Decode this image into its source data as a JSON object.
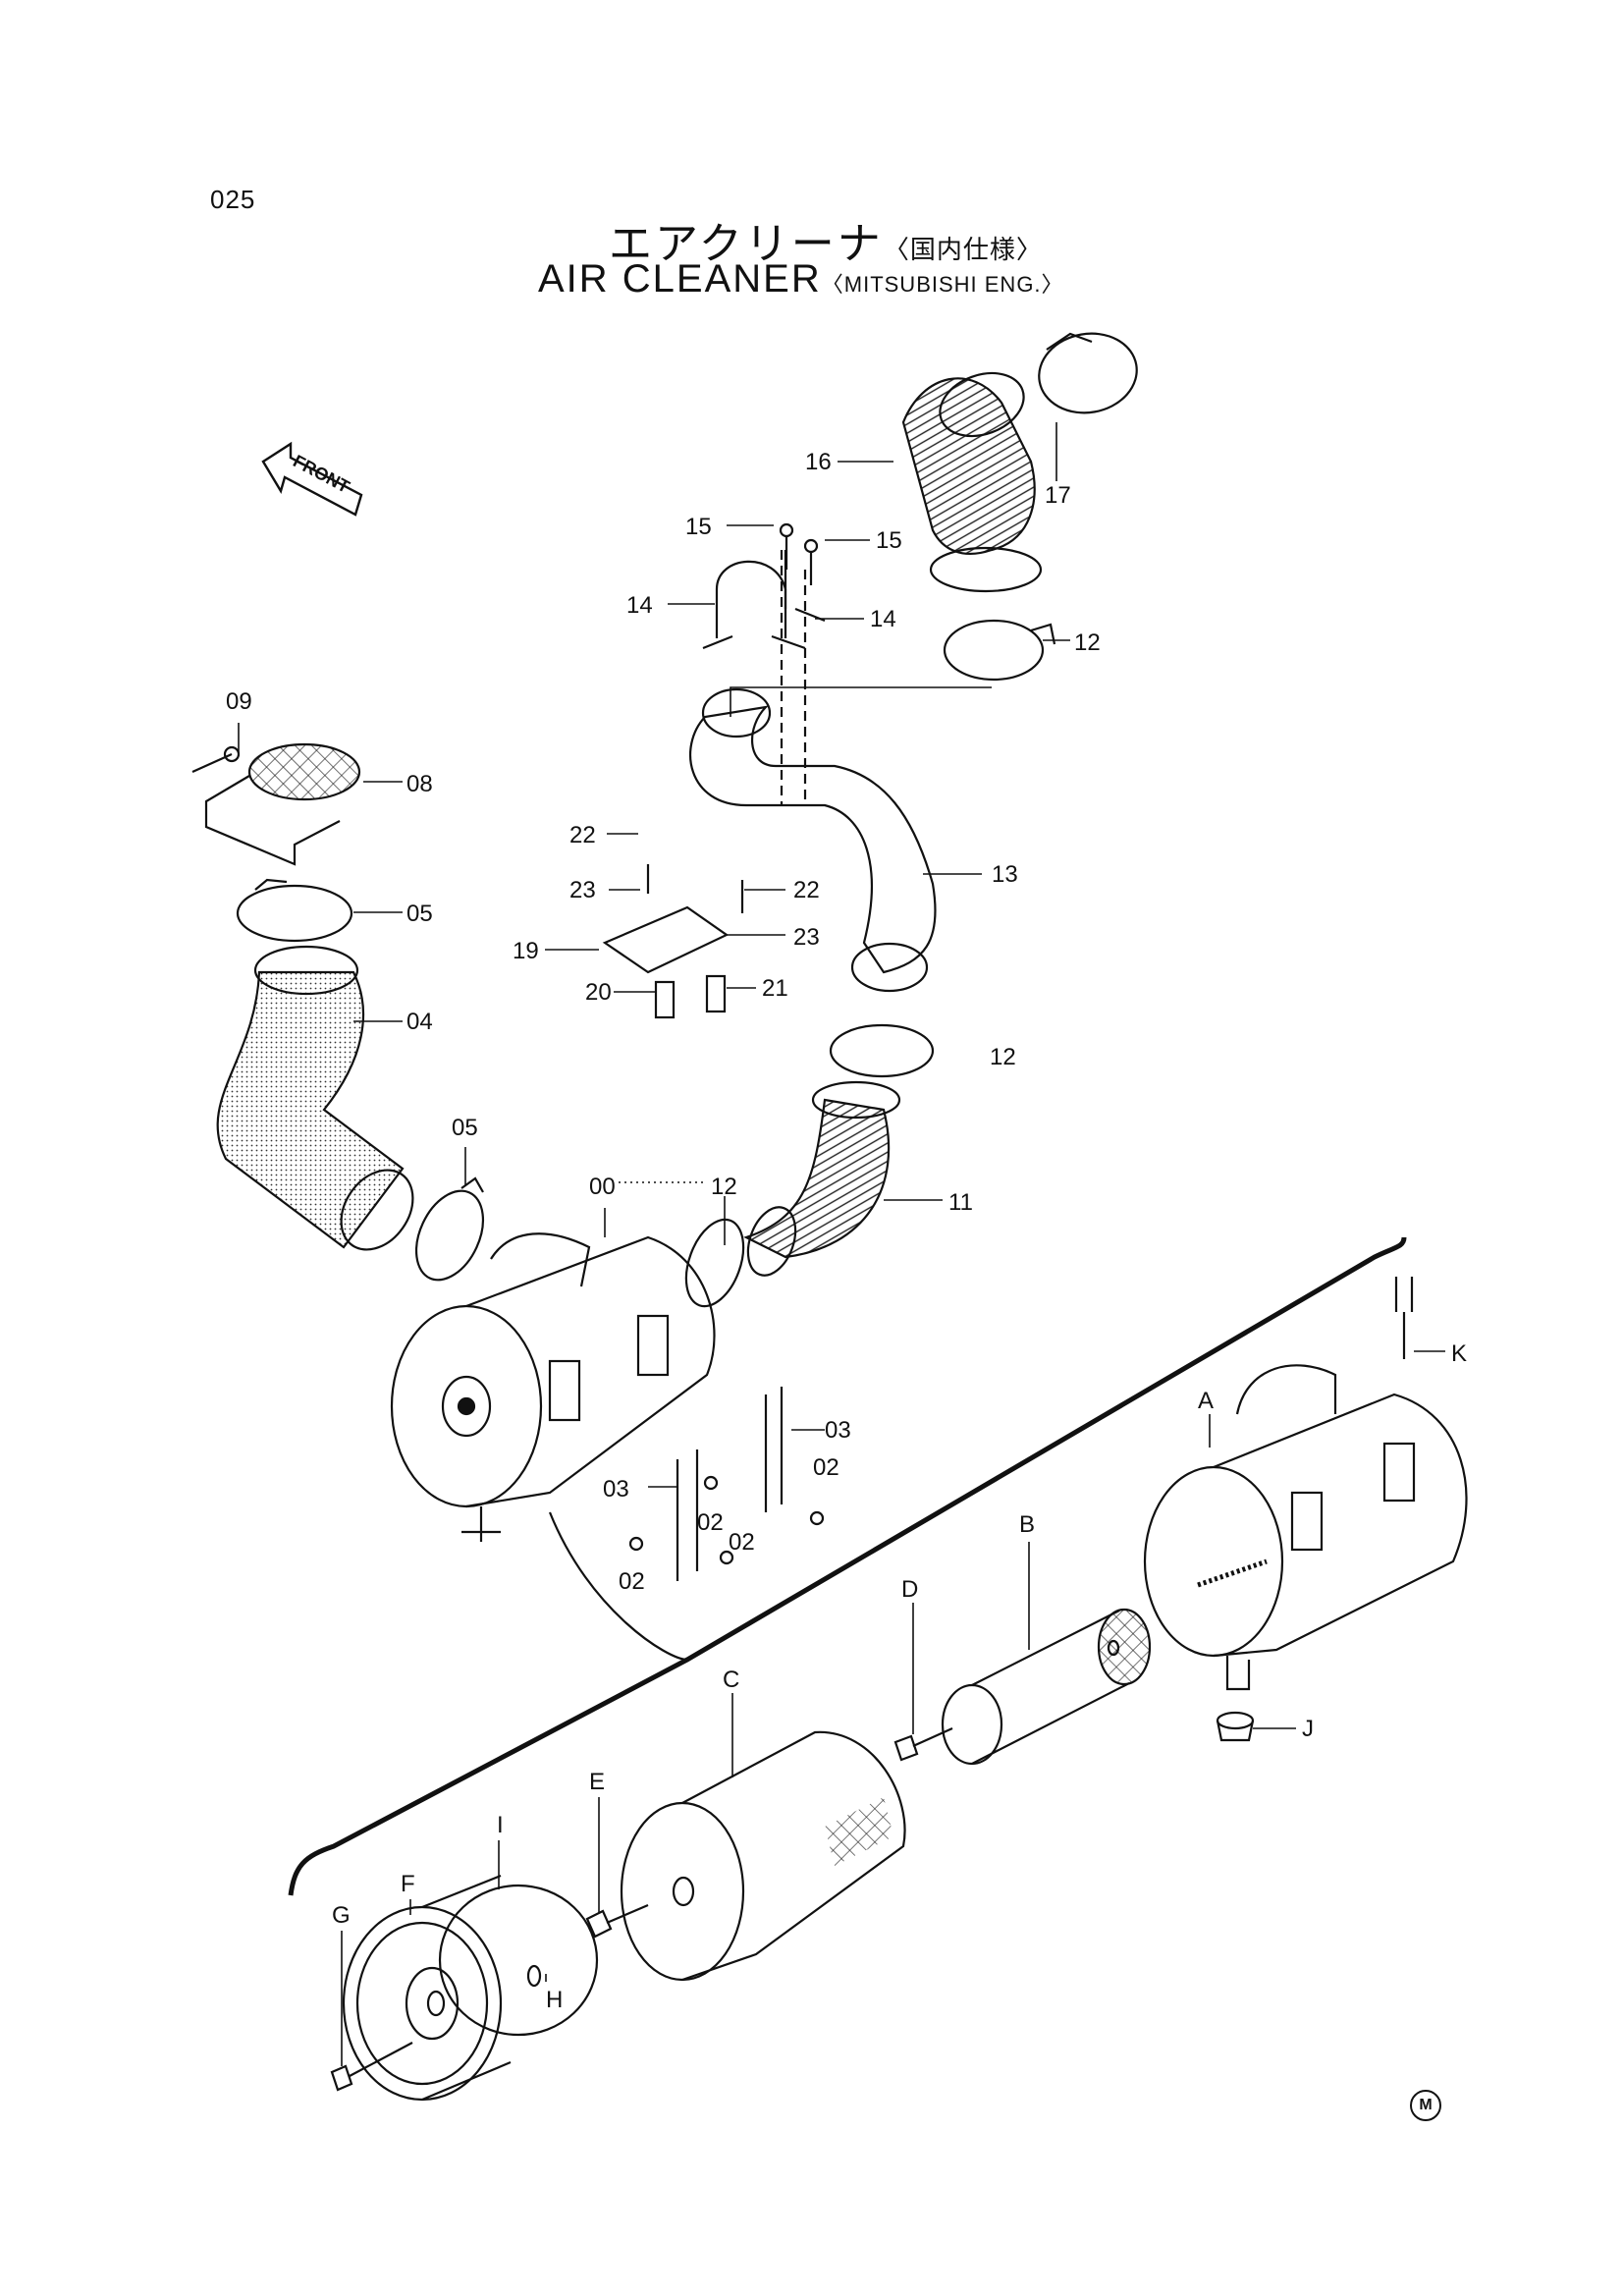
{
  "page_number": "025",
  "title": {
    "japanese": "エアクリーナ",
    "japanese_spec": "〈国内仕様〉",
    "english": "AIR CLEANER",
    "english_spec": "〈MITSUBISHI ENG.〉"
  },
  "front_arrow_label": "FRONT",
  "corner_mark": "M",
  "callouts": {
    "c00": "00",
    "c02a": "02",
    "c02b": "02",
    "c02c": "02",
    "c02d": "02",
    "c03a": "03",
    "c03b": "03",
    "c04": "04",
    "c05a": "05",
    "c05b": "05",
    "c08": "08",
    "c09": "09",
    "c11": "11",
    "c12a": "12",
    "c12b": "12",
    "c12c": "12",
    "c13": "13",
    "c14a": "14",
    "c14b": "14",
    "c15a": "15",
    "c15b": "15",
    "c16": "16",
    "c17": "17",
    "c19": "19",
    "c20": "20",
    "c21": "21",
    "c22a": "22",
    "c22b": "22",
    "c23a": "23",
    "c23b": "23",
    "A": "A",
    "B": "B",
    "C": "C",
    "D": "D",
    "E": "E",
    "F": "F",
    "G": "G",
    "H": "H",
    "I": "I",
    "J": "J",
    "K": "K"
  }
}
